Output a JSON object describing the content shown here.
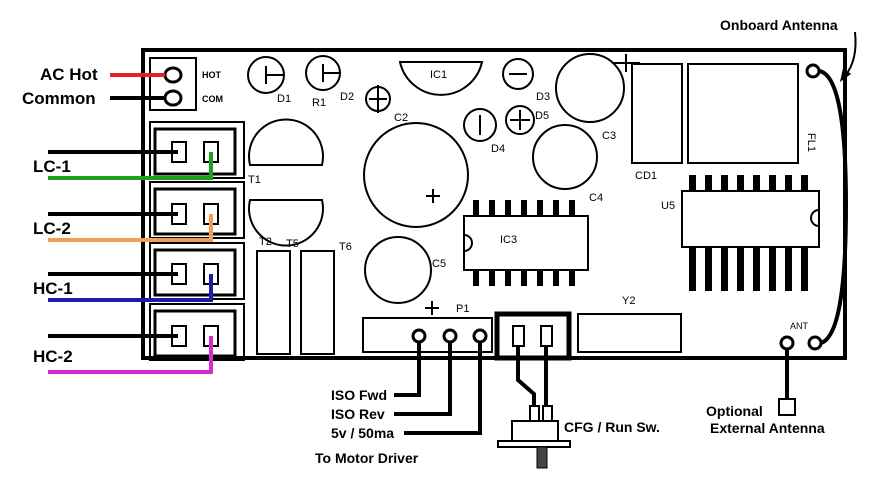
{
  "wire_labels": {
    "ac_hot": "AC Hot",
    "common": "Common",
    "lc1": "LC-1",
    "lc2": "LC-2",
    "hc1": "HC-1",
    "hc2": "HC-2",
    "onboard_antenna": "Onboard Antenna",
    "iso_fwd": "ISO Fwd",
    "iso_rev": "ISO Rev",
    "power": "5v / 50ma",
    "motor_driver": "To Motor Driver",
    "cfg_switch": "CFG / Run Sw.",
    "optional": "Optional",
    "external_antenna": "External Antenna"
  },
  "board_labels": {
    "hot": "HOT",
    "com": "COM",
    "d1": "D1",
    "r1": "R1",
    "d2": "D2",
    "ic1": "IC1",
    "c2": "C2",
    "d3": "D3",
    "d5": "D5",
    "d4": "D4",
    "c3": "C3",
    "c4": "C4",
    "cd1": "CD1",
    "fl1": "FL1",
    "u5": "U5",
    "t1": "T1",
    "t2": "T2",
    "t5": "T5",
    "t6": "T6",
    "ic3": "IC3",
    "c5": "C5",
    "p1": "P1",
    "y2": "Y2",
    "ant": "ANT"
  },
  "colors": {
    "ac_hot_wire": "#e8231f",
    "lc1_wire": "#1aa31a",
    "lc2_wire": "#f0a050",
    "hc1_wire": "#1c1ca8",
    "hc2_wire": "#d72bd2",
    "black_wire": "#000000"
  }
}
